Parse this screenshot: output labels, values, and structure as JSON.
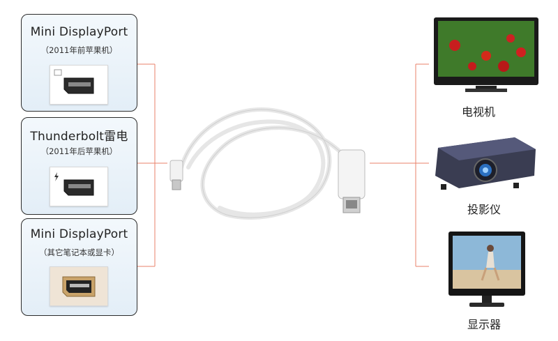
{
  "inputs": [
    {
      "title": "Mini DisplayPort",
      "subtitle": "（2011年前苹果机）",
      "icon": "mini-displayport-port-icon"
    },
    {
      "title": "Thunderbolt雷电",
      "subtitle": "（2011年后苹果机）",
      "icon": "thunderbolt-port-icon"
    },
    {
      "title": "Mini DisplayPort",
      "subtitle": "（其它笔记本或显卡）",
      "icon": "mini-displayport-gold-port-icon"
    }
  ],
  "outputs": [
    {
      "label": "电视机",
      "icon": "tv-icon"
    },
    {
      "label": "投影仪",
      "icon": "projector-icon"
    },
    {
      "label": "显示器",
      "icon": "monitor-icon"
    }
  ],
  "colors": {
    "connector_line": "#e07a5f",
    "card_border": "#2b2b2b",
    "card_fill": "#e8f1f8"
  }
}
